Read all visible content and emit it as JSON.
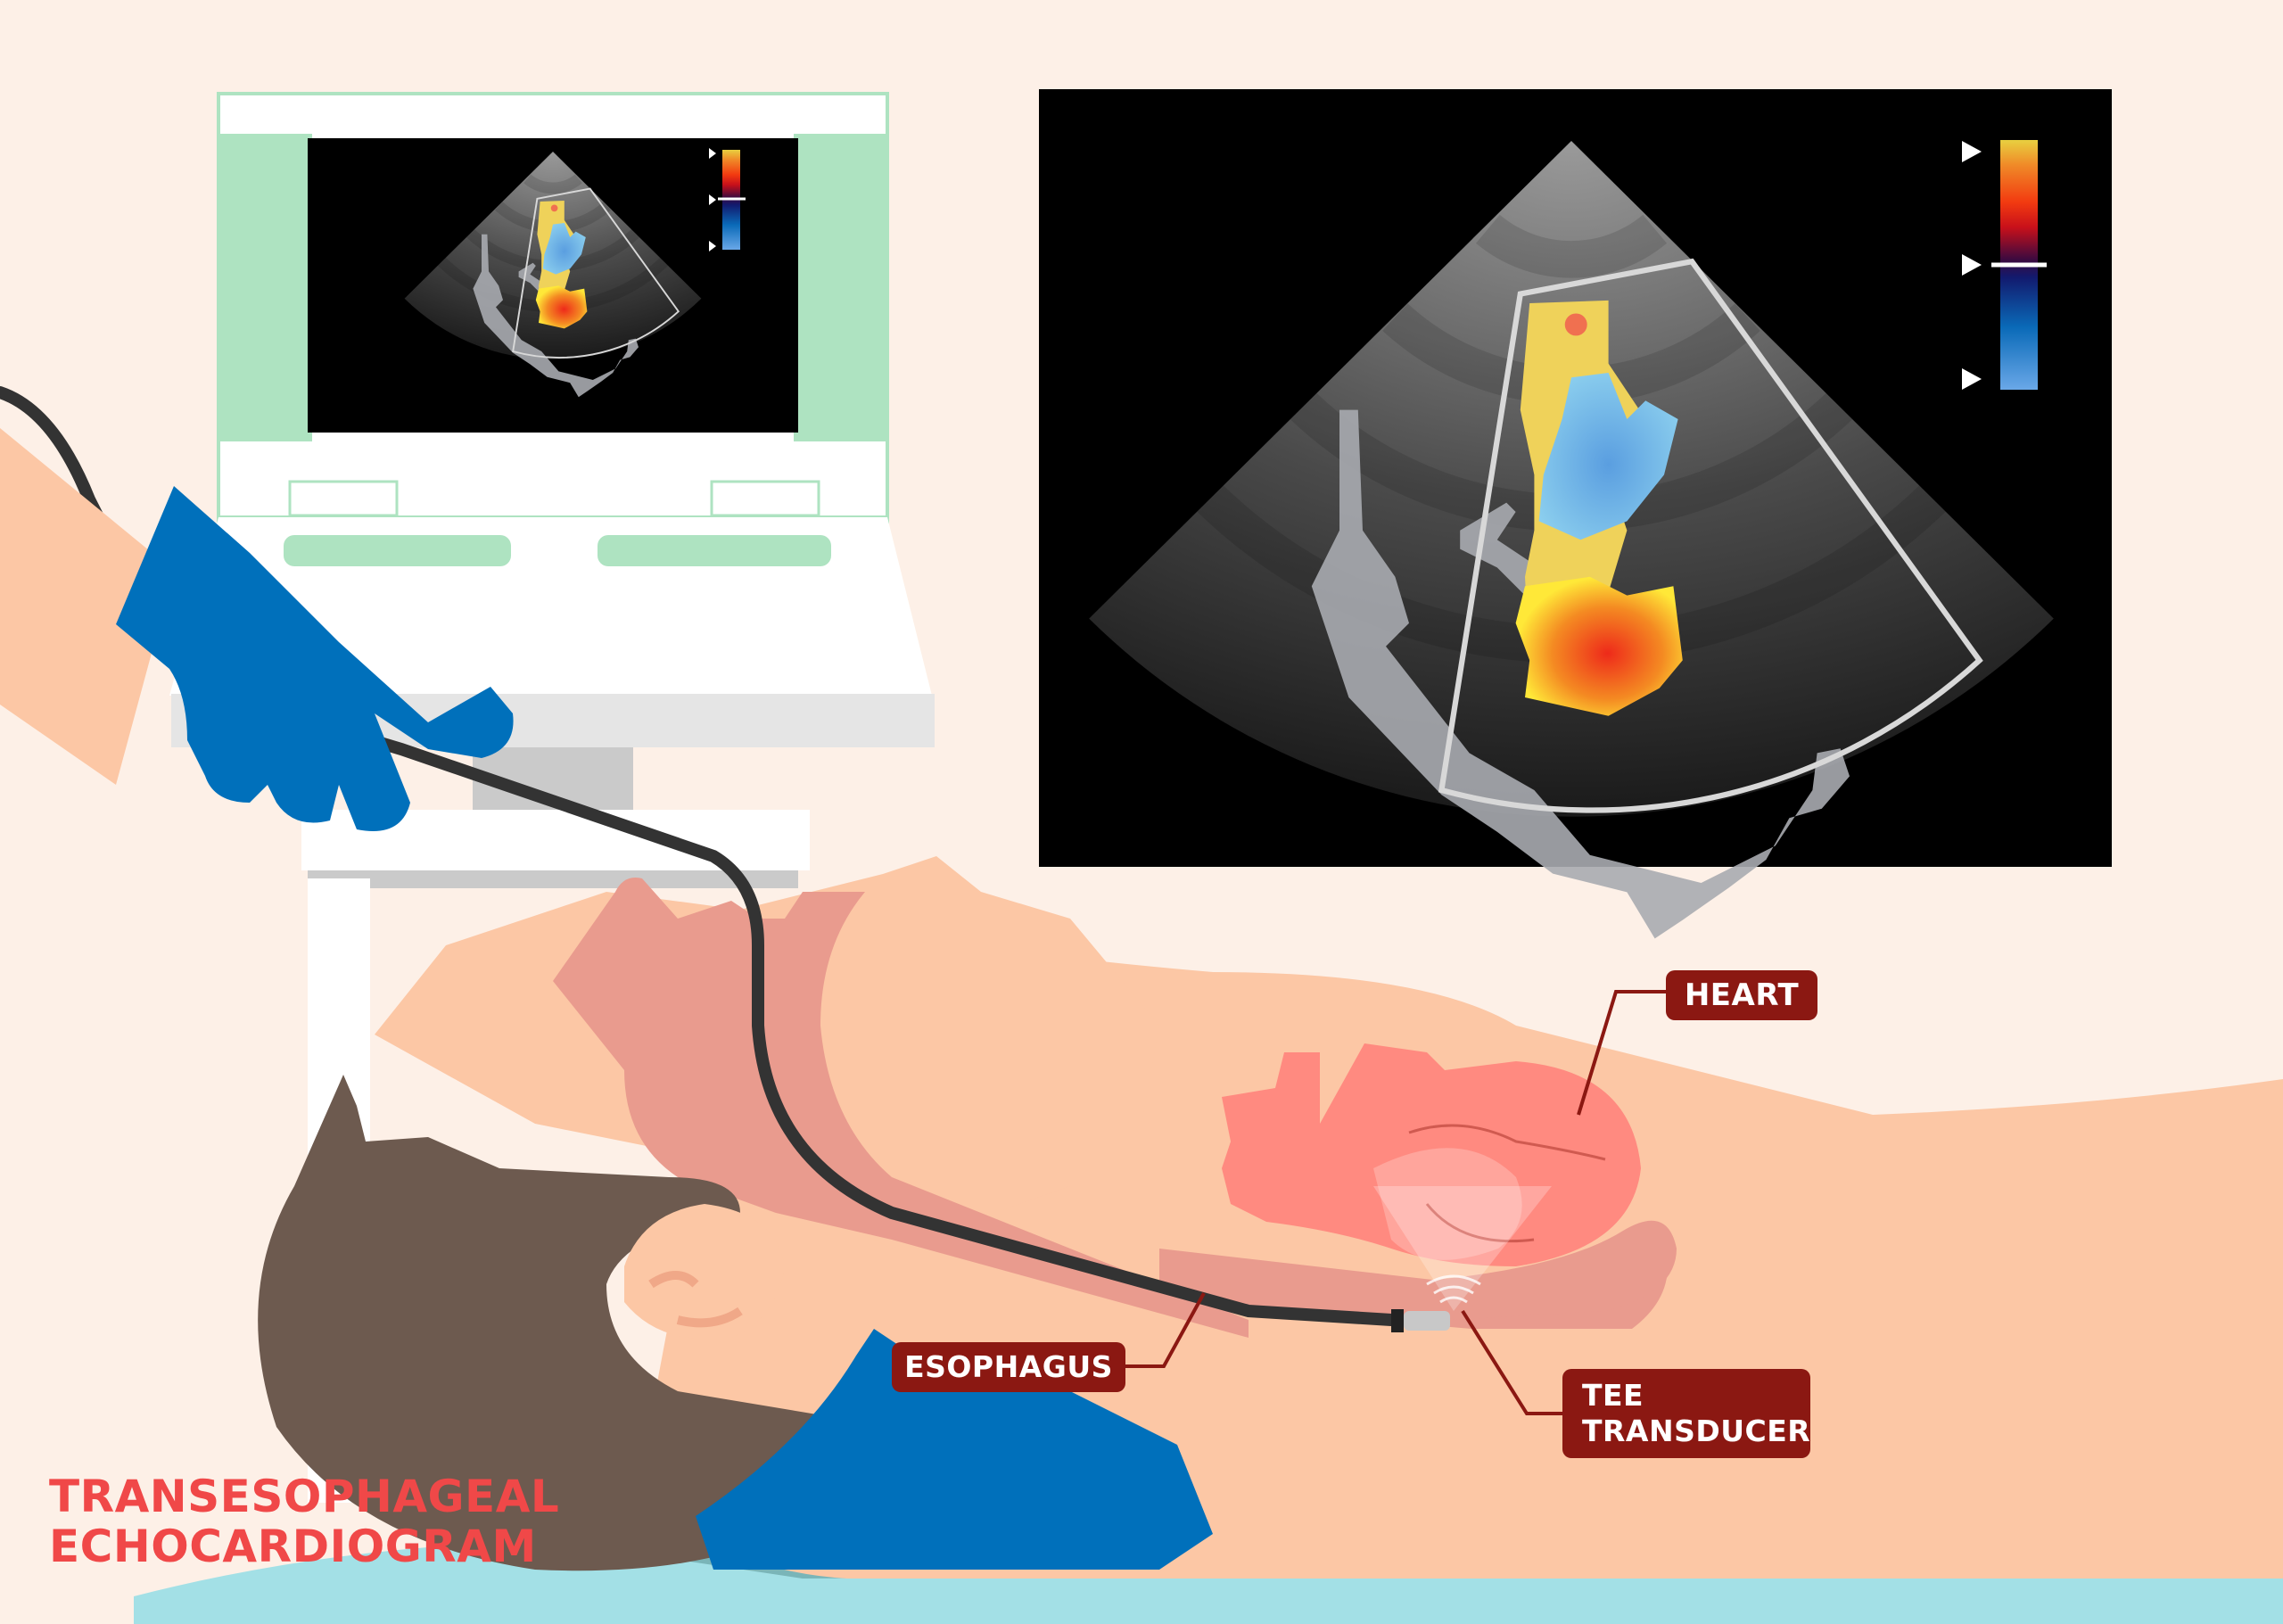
{
  "title": {
    "line1": "TRANSESOPHAGEAL",
    "line2": "ECHOCARDIOGRAM"
  },
  "labels": {
    "heart": "HEART",
    "esophagus": "ESOPHAGUS",
    "tee_line1": "TEE",
    "tee_line2": "TRANSDUCER"
  },
  "ultrasound_display": {
    "mode": "color-doppler",
    "color_scale": [
      "#e8d040",
      "#f08a28",
      "#f23a10",
      "#c8101a",
      "#3a0a40",
      "#121a6e",
      "#0a6ab8",
      "#6aa8e8"
    ],
    "scale_markers": 3
  },
  "colors": {
    "background": "#fdf0e7",
    "label_bg": "#8b1812",
    "title": "#f04848",
    "skin": "#fcc7a5",
    "skin_inner": "#e99b8e",
    "hair": "#6d5a4f",
    "glove": "#0070bb",
    "monitor_accent": "#aee3c1",
    "bed": "#a3e0e6",
    "heart": "#ff8a80",
    "probe_cable": "#333333"
  }
}
